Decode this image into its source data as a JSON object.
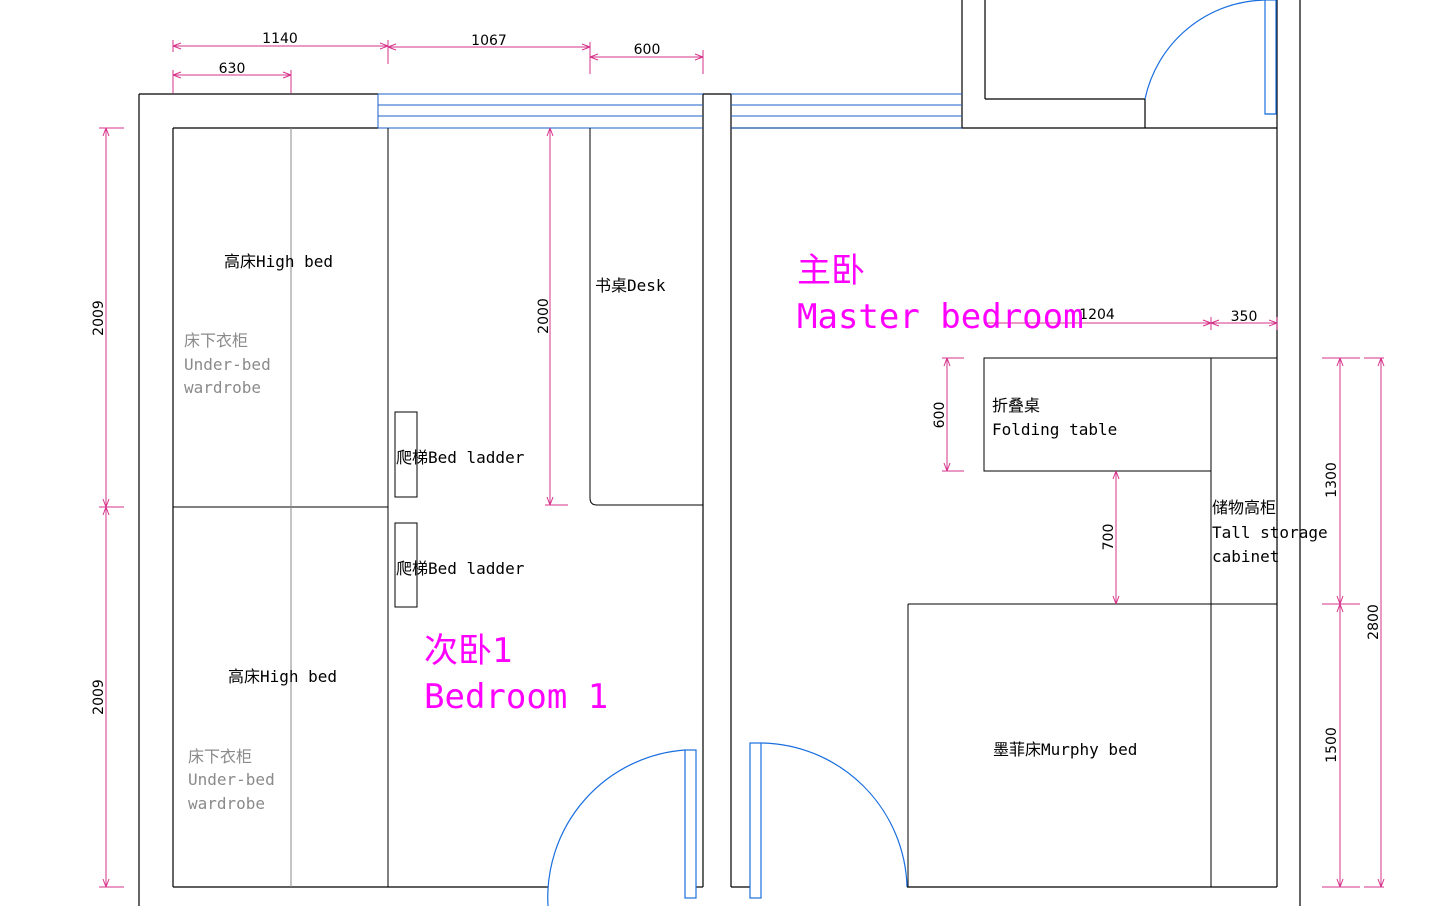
{
  "rooms": {
    "bedroom1": {
      "name_cn": "次卧1",
      "name_en": "Bedroom 1"
    },
    "master": {
      "name_cn": "主卧",
      "name_en": "Master bedroom"
    }
  },
  "furniture": {
    "high_bed_top": "高床High bed",
    "wardrobe_top": {
      "cn": "床下衣柜",
      "en1": "Under-bed",
      "en2": "wardrobe"
    },
    "high_bed_bottom": "高床High bed",
    "wardrobe_bottom": {
      "cn": "床下衣柜",
      "en1": "Under-bed",
      "en2": "wardrobe"
    },
    "ladder_top": "爬梯Bed ladder",
    "ladder_bottom": "爬梯Bed ladder",
    "desk": "书桌Desk",
    "folding_table": {
      "cn": "折叠桌",
      "en": "Folding table"
    },
    "storage": {
      "cn": "储物高柜",
      "en1": "Tall storage",
      "en2": "cabinet"
    },
    "murphy_bed": "墨菲床Murphy bed"
  },
  "dimensions": {
    "d1140": "1140",
    "d630": "630",
    "d1067": "1067",
    "d600_top": "600",
    "d2009_top": "2009",
    "d2009_bottom": "2009",
    "d2000": "2000",
    "d1204": "1204",
    "d350": "350",
    "d600_table": "600",
    "d700": "700",
    "d1300": "1300",
    "d1500": "1500",
    "d2800": "2800"
  },
  "colors": {
    "wall": "#000000",
    "window": "#1a5fc8",
    "door": "#1a6fe0",
    "dimension": "#d6338a",
    "room_label": "#ff00ff",
    "wardrobe_text": "#8a8a8a"
  }
}
